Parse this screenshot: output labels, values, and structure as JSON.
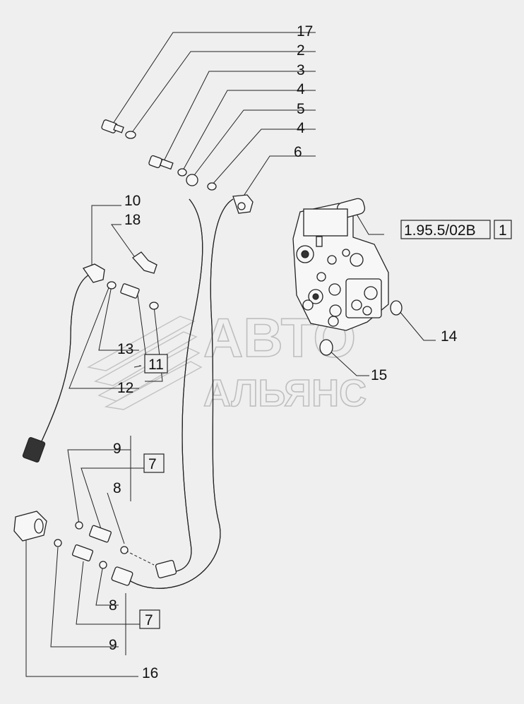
{
  "callouts": {
    "c17": "17",
    "c2": "2",
    "c3": "3",
    "c4a": "4",
    "c5": "5",
    "c4b": "4",
    "c6": "6",
    "c10": "10",
    "c18": "18",
    "c13": "13",
    "c11": "11",
    "c12": "12",
    "c9a": "9",
    "c7a": "7",
    "c8a": "8",
    "c14": "14",
    "c15": "15",
    "c8b": "8",
    "c7b": "7",
    "c9b": "9",
    "c16": "16"
  },
  "reference": {
    "section": "1.95.5/02B",
    "item": "1"
  },
  "watermark": {
    "line1": "АВТО",
    "line2": "АЛЬЯНС"
  }
}
